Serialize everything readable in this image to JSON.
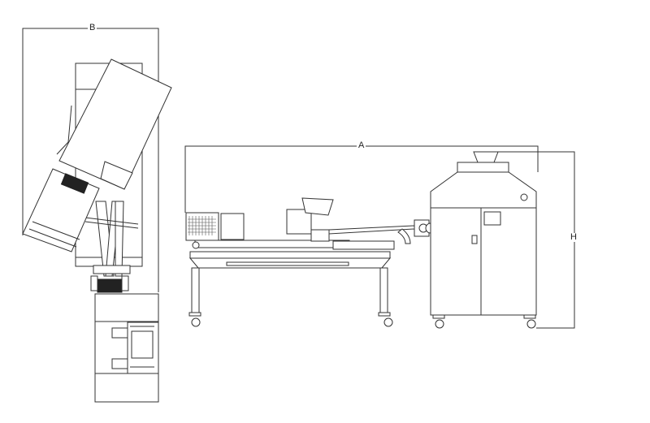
{
  "dimensions": {
    "width_label": "B",
    "length_label": "A",
    "height_label": "H"
  }
}
